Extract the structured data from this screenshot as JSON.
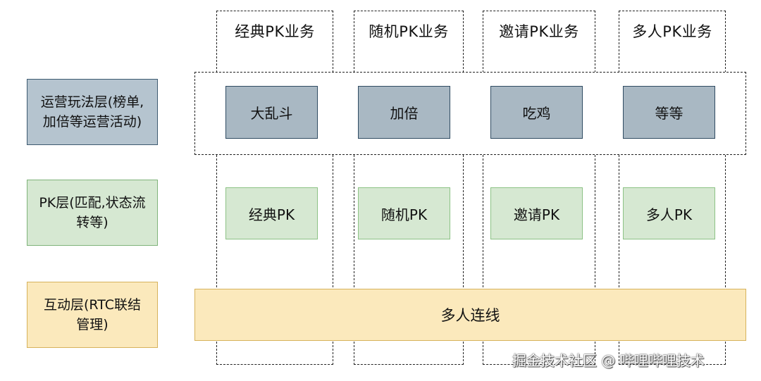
{
  "columns": [
    {
      "title": "经典PK业务",
      "ops": "大乱斗",
      "pk": "经典PK"
    },
    {
      "title": "随机PK业务",
      "ops": "加倍",
      "pk": "随机PK"
    },
    {
      "title": "邀请PK业务",
      "ops": "吃鸡",
      "pk": "邀请PK"
    },
    {
      "title": "多人PK业务",
      "ops": "等等",
      "pk": "多人PK"
    }
  ],
  "layers": {
    "ops": {
      "line1": "运营玩法层(榜单,",
      "line2": "加倍等运营活动)"
    },
    "pk": {
      "line1": "PK层(匹配,状态流",
      "line2": "转等)"
    },
    "interaction": {
      "line1": "互动层(RTC联结",
      "line2": "管理)"
    }
  },
  "interaction_bar": "多人连线",
  "watermark": "掘金技术社区 @ 哔哩哔哩技术",
  "colors": {
    "ops_fill": "#a9b8c3",
    "pk_fill": "#d6e8d2",
    "interaction_fill": "#fbe9bc"
  }
}
